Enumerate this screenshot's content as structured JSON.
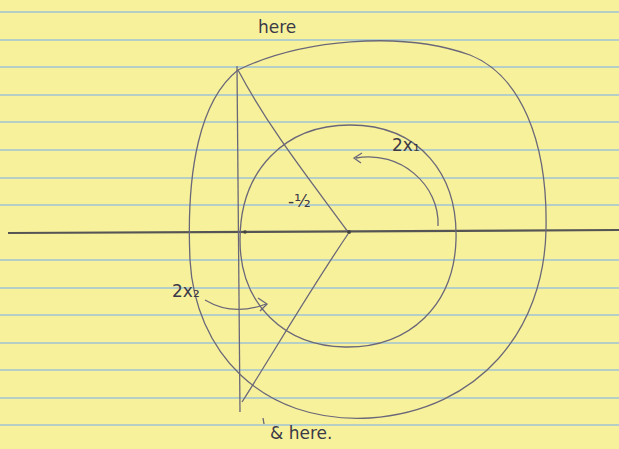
{
  "diagram": {
    "labels": [
      "here",
      "2x₁",
      "-½",
      "2x₂",
      "& here."
    ]
  }
}
